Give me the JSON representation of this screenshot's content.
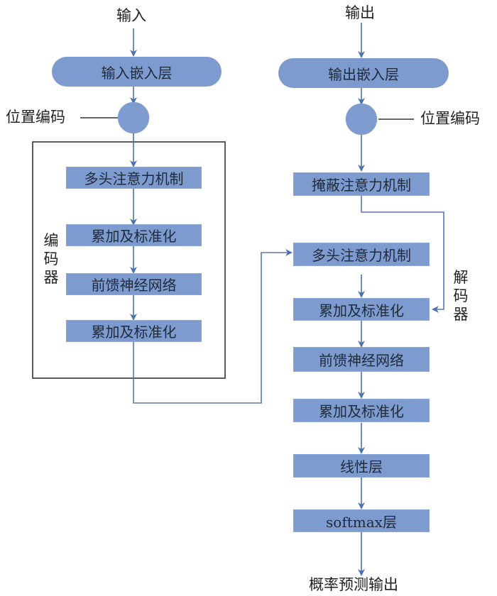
{
  "diagram": {
    "title": "Transformer encoder-decoder architecture",
    "encoder": {
      "input_label": "输入",
      "embedding": "输入嵌入层",
      "positional_encoding_label": "位置编码",
      "group_label": "编码器",
      "blocks": [
        "多头注意力机制",
        "累加及标准化",
        "前馈神经网络",
        "累加及标准化"
      ]
    },
    "decoder": {
      "input_label": "输出",
      "embedding": "输出嵌入层",
      "positional_encoding_label": "位置编码",
      "group_label": "解码器",
      "blocks": [
        "掩蔽注意力机制",
        "多头注意力机制",
        "累加及标准化",
        "前馈神经网络",
        "累加及标准化",
        "线性层",
        "softmax层"
      ],
      "output_label": "概率预测输出"
    },
    "colors": {
      "block_fill": "#7e9bcf",
      "arrow": "#4a72b0",
      "frame": "#333333"
    }
  }
}
